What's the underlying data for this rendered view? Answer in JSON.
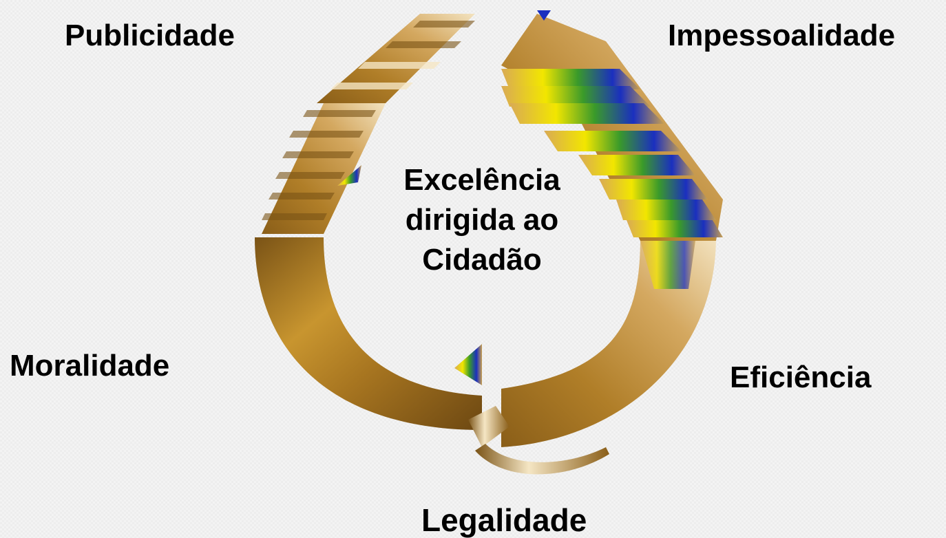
{
  "diagram": {
    "center": {
      "line1": "Excelência",
      "line2": "dirigida ao",
      "line3": "Cidadão"
    },
    "principles": {
      "publicidade": "Publicidade",
      "impessoalidade": "Impessoalidade",
      "moralidade": "Moralidade",
      "eficiencia": "Eficiência",
      "legalidade": "Legalidade"
    },
    "colors": {
      "gold": "#b8862b",
      "gold_dark": "#7a5316",
      "gold_light": "#f5e6c4",
      "green": "#2e8b2e",
      "yellow": "#f2e600",
      "blue": "#1a2fbf"
    }
  }
}
